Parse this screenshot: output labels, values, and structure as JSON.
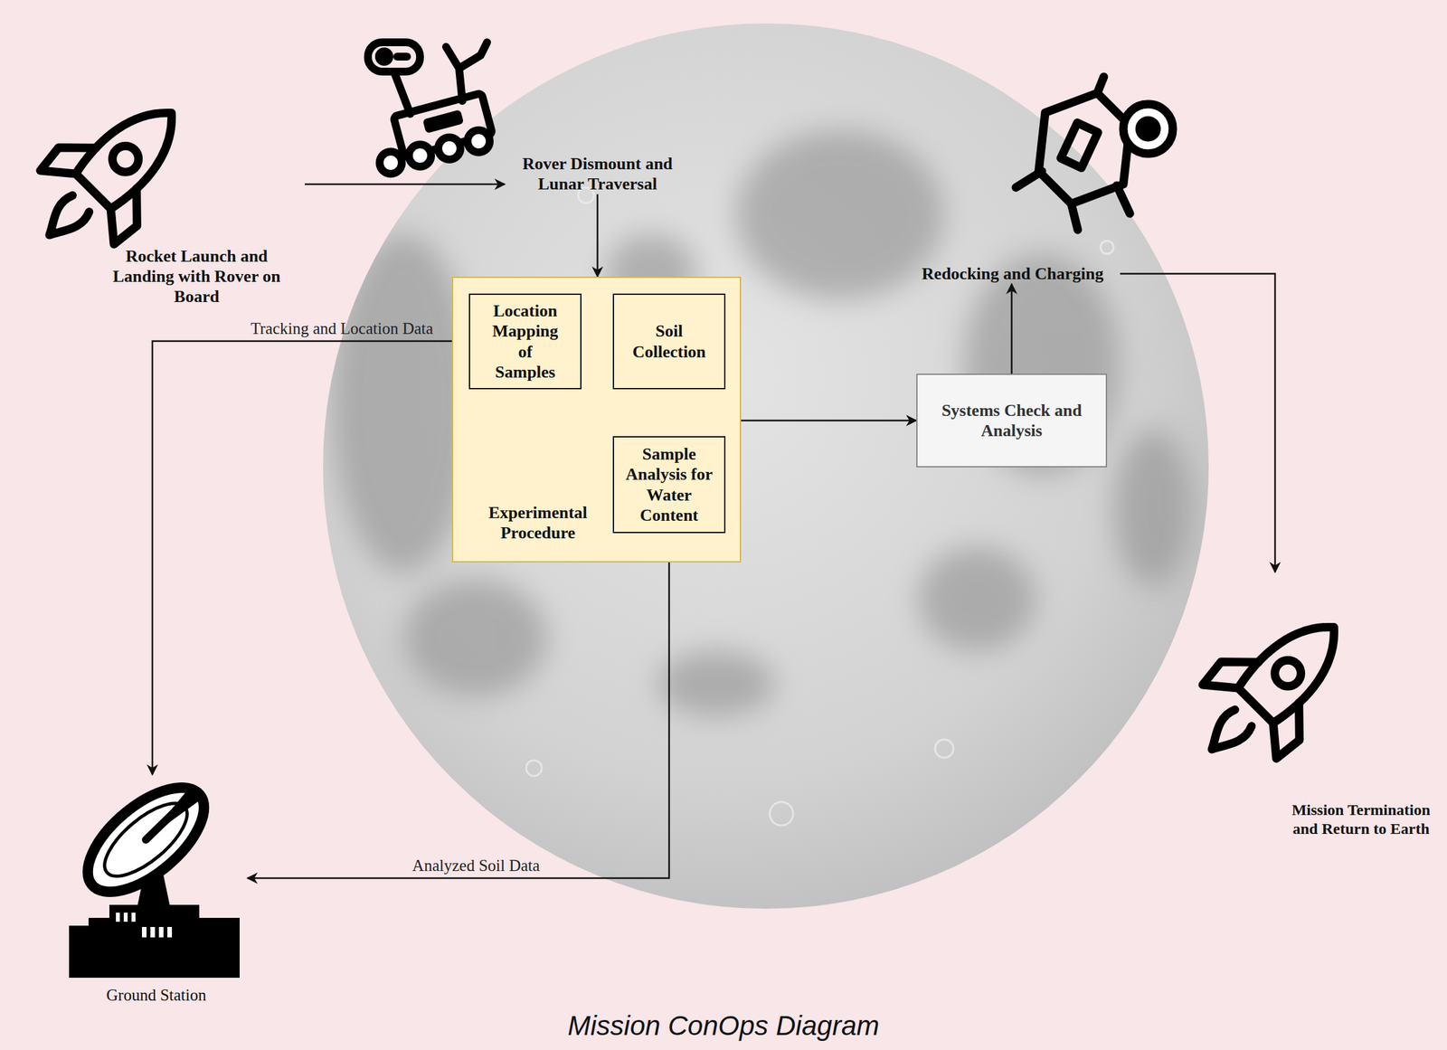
{
  "diagram": {
    "caption": "Mission ConOps Diagram",
    "nodes": [
      {
        "text": [
          "Rocket Launch and Landing with Rover on Board"
        ]
      },
      {
        "text": [
          "Rover Dismount and Lunar Traversal"
        ]
      },
      {
        "text": [
          "Experimental Procedure"
        ]
      },
      {
        "text": [
          "Location Mapping of Samples"
        ],
        "in": 2
      },
      {
        "text": [
          "Soil Collection"
        ],
        "in": 2
      },
      {
        "text": [
          "Sample Analysis for Water Content"
        ],
        "in": 2
      },
      {
        "text": [
          "Redocking and Charging"
        ]
      },
      {
        "text": [
          "Systems Check and Analysis"
        ]
      },
      {
        "text": [
          "Mission Termination and Return to Earth"
        ]
      },
      {
        "text": [
          "Ground Station"
        ]
      }
    ],
    "edges": [
      {
        "from": 0,
        "to": 1,
        "arrow": "to"
      },
      {
        "from": 1,
        "to": 2,
        "arrow": "to"
      },
      {
        "from": 4,
        "to": 5,
        "arrow": "to"
      },
      {
        "from": 2,
        "to": 7,
        "arrow": "to"
      },
      {
        "from": 7,
        "to": 6,
        "arrow": "to"
      },
      {
        "from": 6,
        "to": 8,
        "arrow": "to"
      },
      {
        "from": 9,
        "to": 3,
        "label": "Tracking and Location Data",
        "arrow": "both"
      },
      {
        "from": 5,
        "to": 9,
        "label": "Analyzed Soil Data",
        "arrow": "both"
      }
    ]
  }
}
